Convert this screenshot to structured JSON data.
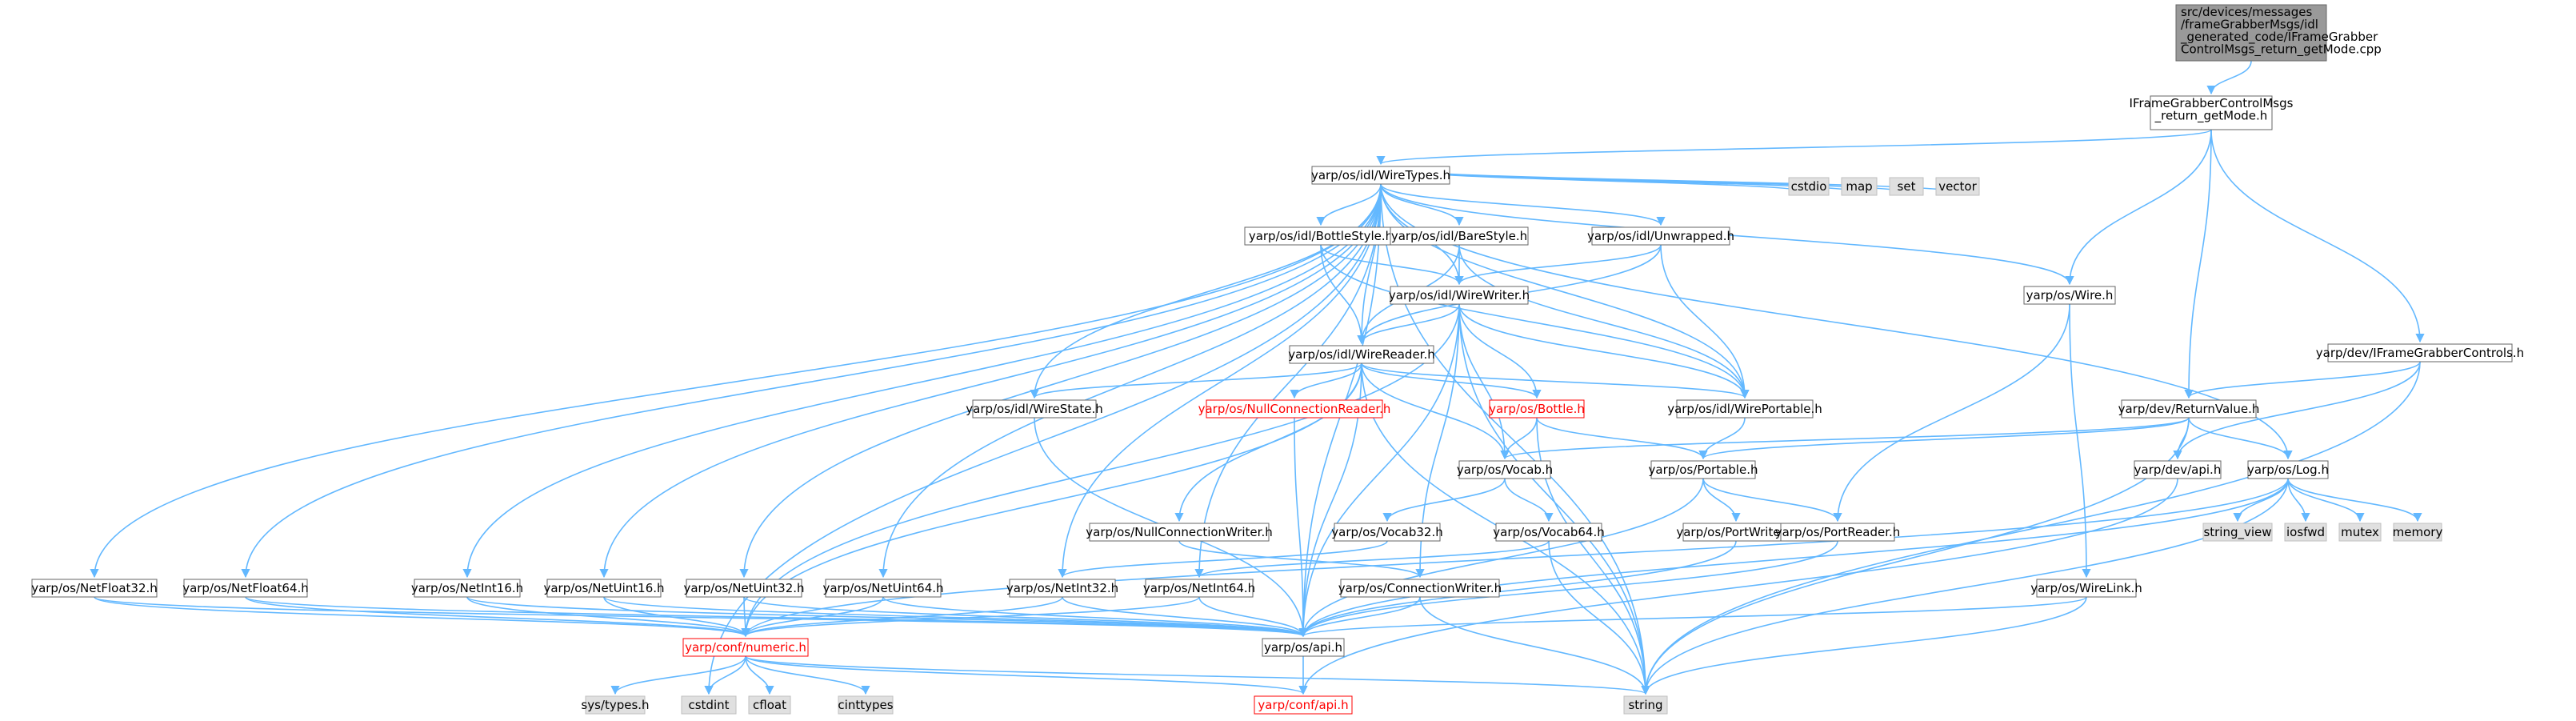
{
  "diagram": {
    "colors": {
      "edge": "#63b8ff",
      "root_fill": "#999999",
      "root_stroke": "#666666",
      "node_fill": "#ffffff",
      "node_stroke": "#666666",
      "red_stroke": "#ff0000",
      "red_text": "#ff0000",
      "gray_fill": "#e0e0e0",
      "gray_stroke": "#bfbfbf",
      "text": "#000000"
    },
    "nodes": [
      {
        "id": "root",
        "label": "src/devices/messages\n/frameGrabberMsgs/idl\n_generated_code/IFrameGrabber\nControlMsgs_return_getMode.cpp",
        "kind": "root"
      },
      {
        "id": "ifgret",
        "label": "IFrameGrabberControlMsgs\n_return_getMode.h",
        "kind": "normal"
      },
      {
        "id": "wiretypes",
        "label": "yarp/os/idl/WireTypes.h",
        "kind": "normal"
      },
      {
        "id": "cstdio",
        "label": "cstdio",
        "kind": "system"
      },
      {
        "id": "map",
        "label": "map",
        "kind": "system"
      },
      {
        "id": "set",
        "label": "set",
        "kind": "system"
      },
      {
        "id": "vector",
        "label": "vector",
        "kind": "system"
      },
      {
        "id": "bottlestyle",
        "label": "yarp/os/idl/BottleStyle.h",
        "kind": "normal"
      },
      {
        "id": "barestyle",
        "label": "yarp/os/idl/BareStyle.h",
        "kind": "normal"
      },
      {
        "id": "unwrapped",
        "label": "yarp/os/idl/Unwrapped.h",
        "kind": "normal"
      },
      {
        "id": "wirewriter",
        "label": "yarp/os/idl/WireWriter.h",
        "kind": "normal"
      },
      {
        "id": "wire",
        "label": "yarp/os/Wire.h",
        "kind": "normal"
      },
      {
        "id": "ifgcontrols",
        "label": "yarp/dev/IFrameGrabberControls.h",
        "kind": "normal"
      },
      {
        "id": "wirereader",
        "label": "yarp/os/idl/WireReader.h",
        "kind": "normal"
      },
      {
        "id": "wirestate",
        "label": "yarp/os/idl/WireState.h",
        "kind": "normal"
      },
      {
        "id": "nullconnreader",
        "label": "yarp/os/NullConnectionReader.h",
        "kind": "red"
      },
      {
        "id": "bottle",
        "label": "yarp/os/Bottle.h",
        "kind": "red"
      },
      {
        "id": "wireportable",
        "label": "yarp/os/idl/WirePortable.h",
        "kind": "normal"
      },
      {
        "id": "returnvalue",
        "label": "yarp/dev/ReturnValue.h",
        "kind": "normal"
      },
      {
        "id": "vocab",
        "label": "yarp/os/Vocab.h",
        "kind": "normal"
      },
      {
        "id": "portable",
        "label": "yarp/os/Portable.h",
        "kind": "normal"
      },
      {
        "id": "devapi",
        "label": "yarp/dev/api.h",
        "kind": "normal"
      },
      {
        "id": "log",
        "label": "yarp/os/Log.h",
        "kind": "normal"
      },
      {
        "id": "nullconnwriter",
        "label": "yarp/os/NullConnectionWriter.h",
        "kind": "normal"
      },
      {
        "id": "vocab32",
        "label": "yarp/os/Vocab32.h",
        "kind": "normal"
      },
      {
        "id": "vocab64",
        "label": "yarp/os/Vocab64.h",
        "kind": "normal"
      },
      {
        "id": "portwriter",
        "label": "yarp/os/PortWriter.h",
        "kind": "normal"
      },
      {
        "id": "portreader",
        "label": "yarp/os/PortReader.h",
        "kind": "normal"
      },
      {
        "id": "string_view",
        "label": "string_view",
        "kind": "system"
      },
      {
        "id": "iosfwd",
        "label": "iosfwd",
        "kind": "system"
      },
      {
        "id": "mutex",
        "label": "mutex",
        "kind": "system"
      },
      {
        "id": "memory",
        "label": "memory",
        "kind": "system"
      },
      {
        "id": "netfloat32",
        "label": "yarp/os/NetFloat32.h",
        "kind": "normal"
      },
      {
        "id": "netfloat64",
        "label": "yarp/os/NetFloat64.h",
        "kind": "normal"
      },
      {
        "id": "netint16",
        "label": "yarp/os/NetInt16.h",
        "kind": "normal"
      },
      {
        "id": "netuint16",
        "label": "yarp/os/NetUint16.h",
        "kind": "normal"
      },
      {
        "id": "netuint32",
        "label": "yarp/os/NetUint32.h",
        "kind": "normal"
      },
      {
        "id": "netuint64",
        "label": "yarp/os/NetUint64.h",
        "kind": "normal"
      },
      {
        "id": "netint32",
        "label": "yarp/os/NetInt32.h",
        "kind": "normal"
      },
      {
        "id": "netint64",
        "label": "yarp/os/NetInt64.h",
        "kind": "normal"
      },
      {
        "id": "connwriter",
        "label": "yarp/os/ConnectionWriter.h",
        "kind": "normal"
      },
      {
        "id": "wirelink",
        "label": "yarp/os/WireLink.h",
        "kind": "normal"
      },
      {
        "id": "numeric",
        "label": "yarp/conf/numeric.h",
        "kind": "red"
      },
      {
        "id": "osapi",
        "label": "yarp/os/api.h",
        "kind": "normal"
      },
      {
        "id": "systypes",
        "label": "sys/types.h",
        "kind": "system"
      },
      {
        "id": "cstdint",
        "label": "cstdint",
        "kind": "system"
      },
      {
        "id": "cfloat",
        "label": "cfloat",
        "kind": "system"
      },
      {
        "id": "cinttypes",
        "label": "cinttypes",
        "kind": "system"
      },
      {
        "id": "confapi",
        "label": "yarp/conf/api.h",
        "kind": "red"
      },
      {
        "id": "string",
        "label": "string",
        "kind": "system"
      }
    ],
    "edges": [
      [
        "root",
        "ifgret"
      ],
      [
        "ifgret",
        "wiretypes"
      ],
      [
        "ifgret",
        "wire"
      ],
      [
        "ifgret",
        "returnvalue"
      ],
      [
        "ifgret",
        "ifgcontrols"
      ],
      [
        "wiretypes",
        "cstdio"
      ],
      [
        "wiretypes",
        "map"
      ],
      [
        "wiretypes",
        "set"
      ],
      [
        "wiretypes",
        "vector"
      ],
      [
        "wiretypes",
        "bottlestyle"
      ],
      [
        "wiretypes",
        "barestyle"
      ],
      [
        "wiretypes",
        "unwrapped"
      ],
      [
        "wiretypes",
        "wirewriter"
      ],
      [
        "wiretypes",
        "wirereader"
      ],
      [
        "wiretypes",
        "wirestate"
      ],
      [
        "wiretypes",
        "wireportable"
      ],
      [
        "wiretypes",
        "wire"
      ],
      [
        "wiretypes",
        "log"
      ],
      [
        "wiretypes",
        "string"
      ],
      [
        "wiretypes",
        "cstdint"
      ],
      [
        "wiretypes",
        "netfloat32"
      ],
      [
        "wiretypes",
        "netfloat64"
      ],
      [
        "wiretypes",
        "netint16"
      ],
      [
        "wiretypes",
        "netuint16"
      ],
      [
        "wiretypes",
        "netuint32"
      ],
      [
        "wiretypes",
        "netuint64"
      ],
      [
        "wiretypes",
        "netint32"
      ],
      [
        "wiretypes",
        "netint64"
      ],
      [
        "wiretypes",
        "osapi"
      ],
      [
        "bottlestyle",
        "wirewriter"
      ],
      [
        "bottlestyle",
        "wirereader"
      ],
      [
        "bottlestyle",
        "wireportable"
      ],
      [
        "barestyle",
        "wirewriter"
      ],
      [
        "barestyle",
        "wirereader"
      ],
      [
        "barestyle",
        "wireportable"
      ],
      [
        "unwrapped",
        "wirewriter"
      ],
      [
        "unwrapped",
        "wirereader"
      ],
      [
        "unwrapped",
        "wireportable"
      ],
      [
        "wirewriter",
        "wirereader"
      ],
      [
        "wirewriter",
        "bottle"
      ],
      [
        "wirewriter",
        "vocab"
      ],
      [
        "wirewriter",
        "wireportable"
      ],
      [
        "wirewriter",
        "connwriter"
      ],
      [
        "wirewriter",
        "numeric"
      ],
      [
        "wirewriter",
        "string"
      ],
      [
        "wirewriter",
        "osapi"
      ],
      [
        "wirereader",
        "wirestate"
      ],
      [
        "wirereader",
        "nullconnreader"
      ],
      [
        "wirereader",
        "bottle"
      ],
      [
        "wirereader",
        "wireportable"
      ],
      [
        "wirereader",
        "vocab"
      ],
      [
        "wirereader",
        "nullconnwriter"
      ],
      [
        "wirereader",
        "numeric"
      ],
      [
        "wirereader",
        "string"
      ],
      [
        "wirereader",
        "osapi"
      ],
      [
        "wirestate",
        "osapi"
      ],
      [
        "nullconnreader",
        "osapi"
      ],
      [
        "bottle",
        "portable"
      ],
      [
        "bottle",
        "vocab"
      ],
      [
        "bottle",
        "string"
      ],
      [
        "wireportable",
        "portable"
      ],
      [
        "wire",
        "portreader"
      ],
      [
        "wire",
        "wirelink"
      ],
      [
        "ifgcontrols",
        "returnvalue"
      ],
      [
        "ifgcontrols",
        "devapi"
      ],
      [
        "ifgcontrols",
        "string"
      ],
      [
        "returnvalue",
        "vocab"
      ],
      [
        "returnvalue",
        "portable"
      ],
      [
        "returnvalue",
        "devapi"
      ],
      [
        "returnvalue",
        "log"
      ],
      [
        "returnvalue",
        "string"
      ],
      [
        "vocab",
        "vocab32"
      ],
      [
        "vocab",
        "vocab64"
      ],
      [
        "portable",
        "portwriter"
      ],
      [
        "portable",
        "portreader"
      ],
      [
        "portable",
        "osapi"
      ],
      [
        "devapi",
        "confapi"
      ],
      [
        "log",
        "string_view"
      ],
      [
        "log",
        "iosfwd"
      ],
      [
        "log",
        "mutex"
      ],
      [
        "log",
        "memory"
      ],
      [
        "log",
        "osapi"
      ],
      [
        "log",
        "string"
      ],
      [
        "log",
        "numeric"
      ],
      [
        "nullconnwriter",
        "connwriter"
      ],
      [
        "vocab32",
        "netint32"
      ],
      [
        "vocab64",
        "netint64"
      ],
      [
        "vocab64",
        "string"
      ],
      [
        "portwriter",
        "osapi"
      ],
      [
        "portreader",
        "osapi"
      ],
      [
        "netfloat32",
        "numeric"
      ],
      [
        "netfloat32",
        "osapi"
      ],
      [
        "netfloat64",
        "numeric"
      ],
      [
        "netfloat64",
        "osapi"
      ],
      [
        "netint16",
        "numeric"
      ],
      [
        "netint16",
        "osapi"
      ],
      [
        "netuint16",
        "numeric"
      ],
      [
        "netuint16",
        "osapi"
      ],
      [
        "netuint32",
        "numeric"
      ],
      [
        "netuint32",
        "osapi"
      ],
      [
        "netuint64",
        "numeric"
      ],
      [
        "netuint64",
        "osapi"
      ],
      [
        "netint32",
        "numeric"
      ],
      [
        "netint32",
        "osapi"
      ],
      [
        "netint64",
        "numeric"
      ],
      [
        "netint64",
        "osapi"
      ],
      [
        "connwriter",
        "osapi"
      ],
      [
        "connwriter",
        "string"
      ],
      [
        "wirelink",
        "osapi"
      ],
      [
        "wirelink",
        "string"
      ],
      [
        "numeric",
        "systypes"
      ],
      [
        "numeric",
        "cstdint"
      ],
      [
        "numeric",
        "cfloat"
      ],
      [
        "numeric",
        "cinttypes"
      ],
      [
        "numeric",
        "string"
      ],
      [
        "numeric",
        "confapi"
      ],
      [
        "osapi",
        "confapi"
      ]
    ]
  }
}
